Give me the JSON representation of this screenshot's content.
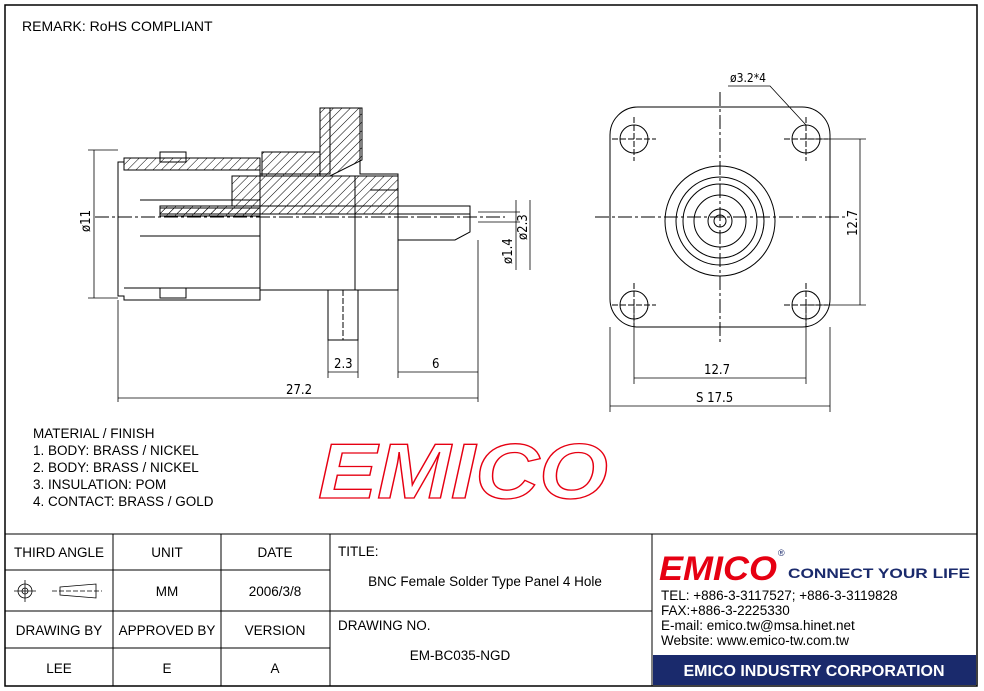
{
  "remark": "REMARK: RoHS COMPLIANT",
  "material": {
    "heading": "MATERIAL / FINISH",
    "items": [
      "1. BODY: BRASS / NICKEL",
      "2. BODY: BRASS / NICKEL",
      "3. INSULATION: POM",
      "4. CONTACT: BRASS / GOLD"
    ]
  },
  "watermark": "EMICO",
  "dimensions": {
    "overall_length": "27.2",
    "pin_width": "2.3",
    "pin_length": "6",
    "diameter_body": "ø11",
    "diameter_contact_small": "ø1.4",
    "diameter_contact_large": "ø2.3",
    "hole_callout": "ø3.2*4",
    "hole_spacing_v": "12.7",
    "hole_spacing_h": "12.7",
    "flange_size": "S 17.5"
  },
  "title_block": {
    "third_angle_label": "THIRD ANGLE",
    "unit_label": "UNIT",
    "unit_value": "MM",
    "date_label": "DATE",
    "date_value": "2006/3/8",
    "title_label": "TITLE:",
    "title_value": "BNC Female Solder Type Panel 4 Hole",
    "drawing_by_label": "DRAWING BY",
    "drawing_by_value": "LEE",
    "approved_by_label": "APPROVED BY",
    "approved_by_value": "E",
    "version_label": "VERSION",
    "version_value": "A",
    "drawing_no_label": "DRAWING NO.",
    "drawing_no_value": "EM-BC035-NGD"
  },
  "company": {
    "logo": "EMICO",
    "registered": "®",
    "slogan": "CONNECT YOUR LIFE",
    "tel": "TEL: +886-3-3117527; +886-3-3119828",
    "fax": "FAX:+886-3-2225330",
    "email": "E-mail: emico.tw@msa.hinet.net",
    "website": "Website: www.emico-tw.com.tw",
    "name": "EMICO INDUSTRY CORPORATION"
  },
  "colors": {
    "logo_red": "#e60012",
    "banner_navy": "#1a2a6c",
    "slogan_navy": "#1a2a6c",
    "watermark_red": "#e60012"
  }
}
